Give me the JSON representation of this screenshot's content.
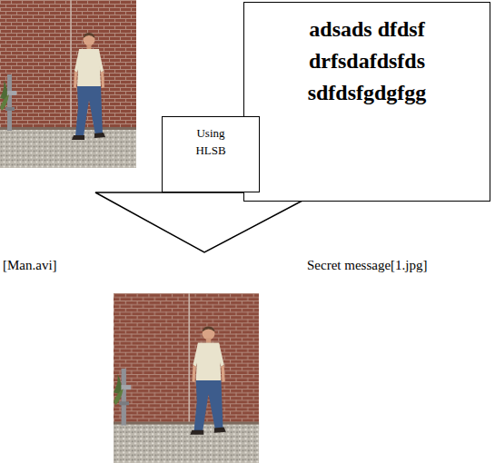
{
  "diagram": {
    "nodes": [
      {
        "text": [
          "adsads dfdsf drfsdafdsfds sdfdsfgdgfgg"
        ]
      },
      {
        "text": [
          "Using HLSB"
        ]
      }
    ],
    "labels": [
      "[Man.avi]",
      "Secret message[1.jpg]"
    ]
  }
}
